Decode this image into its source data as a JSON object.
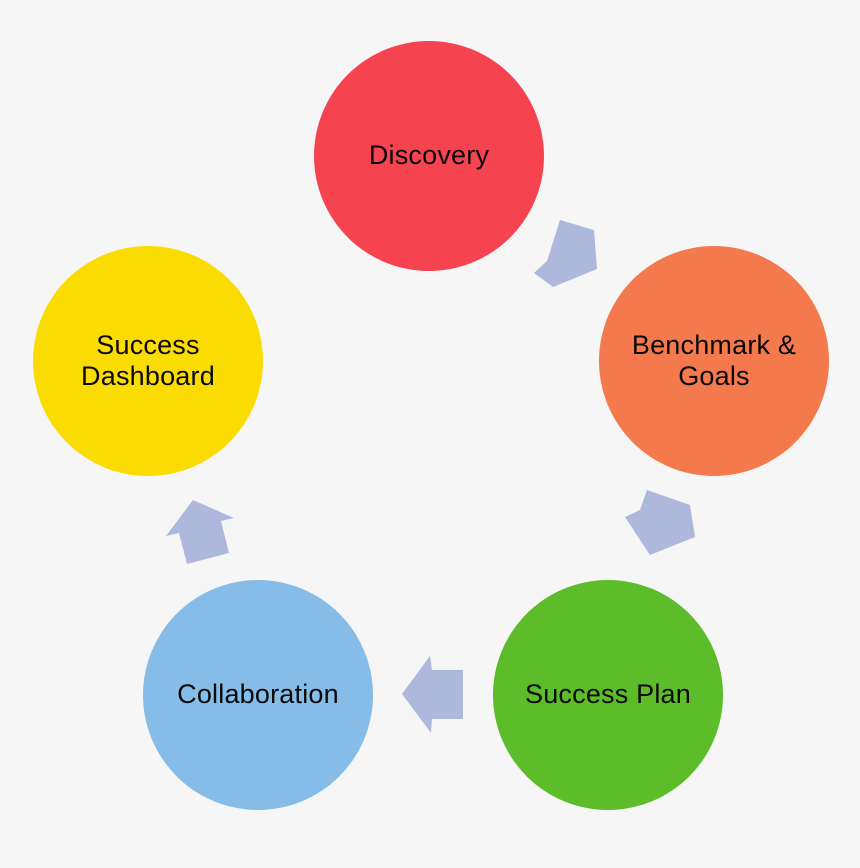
{
  "diagram": {
    "type": "cycle",
    "background_color": "#f6f6f6",
    "arrow_color": "#aeb8dc",
    "text_color": "#0a0a0a",
    "nodes": [
      {
        "id": "discovery",
        "label": "Discovery",
        "color": "#f5434f"
      },
      {
        "id": "benchmark-goals",
        "label": "Benchmark & Goals",
        "color": "#f47a4d"
      },
      {
        "id": "success-plan",
        "label": "Success Plan",
        "color": "#5dbc2a"
      },
      {
        "id": "collaboration",
        "label": "Collaboration",
        "color": "#86bce8"
      },
      {
        "id": "success-dashboard",
        "label": "Success Dashboard",
        "color": "#fbdc02"
      }
    ],
    "arrows": [
      {
        "from": "discovery",
        "to": "benchmark-goals"
      },
      {
        "from": "benchmark-goals",
        "to": "success-plan"
      },
      {
        "from": "success-plan",
        "to": "collaboration"
      },
      {
        "from": "collaboration",
        "to": "success-dashboard"
      }
    ]
  }
}
